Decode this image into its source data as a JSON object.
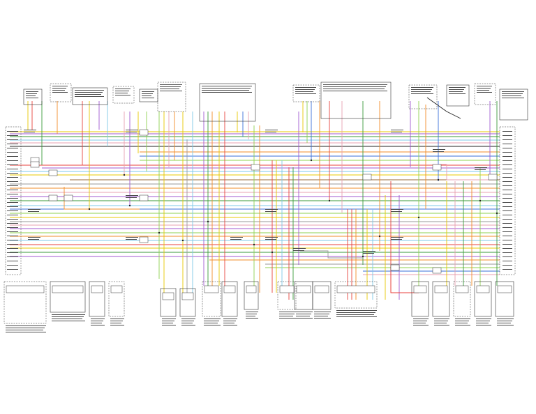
{
  "diagram": {
    "type": "wiring-schematic",
    "background": "#ffffff",
    "line_color": "#333333",
    "text_color": "#4d4d4d",
    "wire_colors": {
      "red": "#e8423c",
      "pink": "#e8a0b0",
      "orange": "#f28c28",
      "yellow": "#e8c800",
      "light-green": "#8fd14f",
      "green": "#3a9a3a",
      "blue": "#3a6fd8",
      "light-blue": "#7ec8e8",
      "violet": "#a05ad0",
      "brown": "#9a6a3a",
      "gray": "#9a9a9a",
      "black": "#222222"
    },
    "wire_count": 72,
    "component_count": 38
  }
}
